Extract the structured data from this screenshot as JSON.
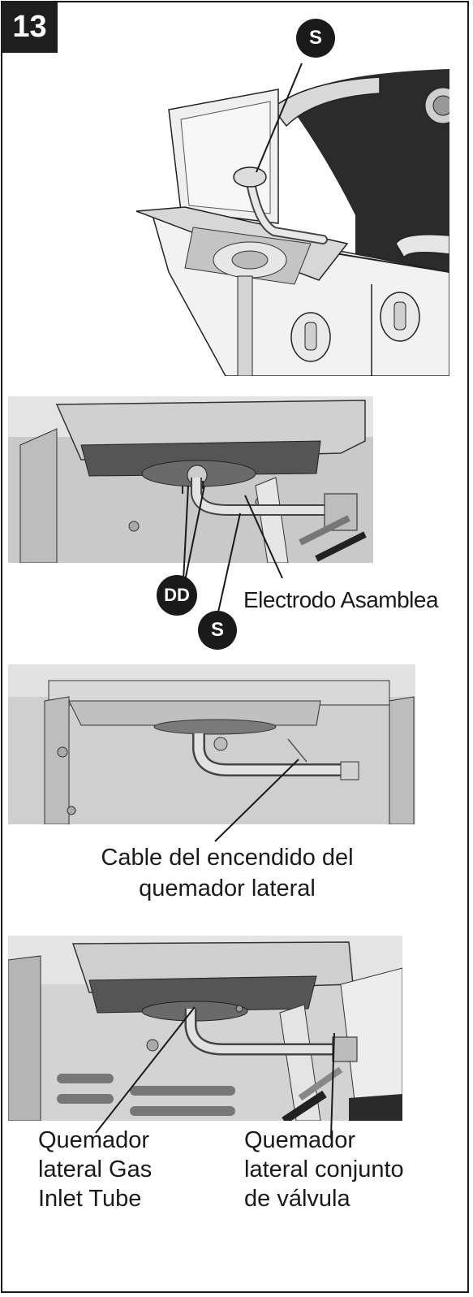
{
  "step": {
    "number": "13"
  },
  "callouts": {
    "s_top": "S",
    "dd": "DD",
    "s_mid": "S"
  },
  "labels": {
    "electrode": "Electrodo Asamblea",
    "ignition_cable": "Cable del encendido del quemador lateral",
    "inlet_tube": [
      "Quemador",
      "lateral Gas",
      "Inlet Tube"
    ],
    "valve_assembly": [
      "Quemador",
      "lateral conjunto",
      "de válvula"
    ]
  }
}
